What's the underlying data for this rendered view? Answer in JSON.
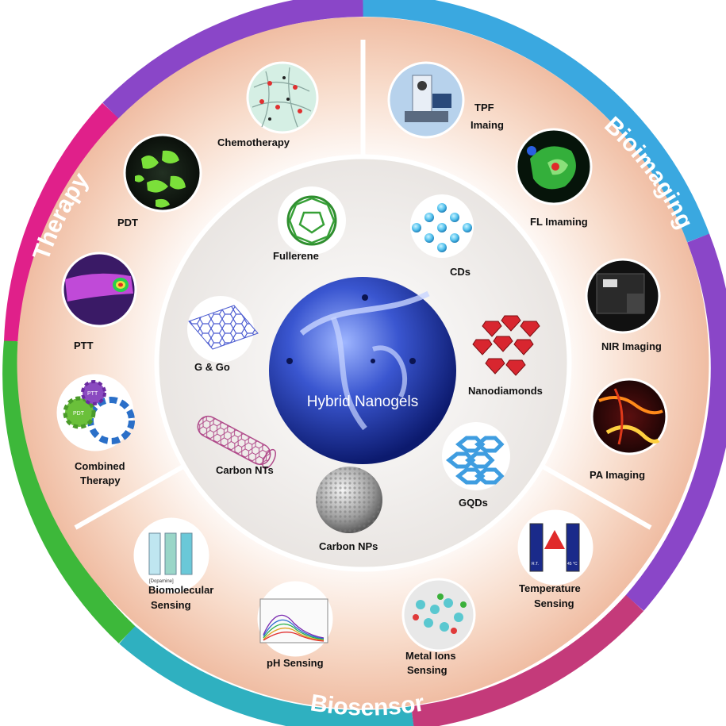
{
  "sections": {
    "therapy": "Therapy",
    "bioimaging": "Bioimaging",
    "biosensor": "Biosensor"
  },
  "center": {
    "title": "Hybrid Nanogels"
  },
  "nanomaterials": {
    "fullerene": "Fullerene",
    "cds": "CDs",
    "nanodiamonds": "Nanodiamonds",
    "gqds": "GQDs",
    "carbon_nps": "Carbon NPs",
    "carbon_nts": "Carbon NTs",
    "g_go": "G & Go"
  },
  "therapy_items": {
    "chemotherapy": "Chemotherapy",
    "pdt": "PDT",
    "ptt": "PTT",
    "combined_line1": "Combined",
    "combined_line2": "Therapy",
    "gear_label_1": "PTT",
    "gear_label_2": "PDT"
  },
  "imaging_items": {
    "tpf_line1": "TPF",
    "tpf_line2": "Imaing",
    "fl": "FL Imaming",
    "nir": "NIR Imaging",
    "pa": "PA Imaging"
  },
  "sensor_items": {
    "temperature_line1": "Temperature",
    "temperature_line2": "Sensing",
    "metal_line1": "Metal Ions",
    "metal_line2": "Sensing",
    "ph": "pH Sensing",
    "biomolecular_line1": "Biomolecular",
    "biomolecular_line2": "Sensing",
    "dopamine_tag": "[Dopamine]",
    "thermo_cold": "R.T.",
    "thermo_hot": "45 °C"
  },
  "colors": {
    "ring_green": "#3db83a",
    "ring_magenta": "#e0208a",
    "ring_blue": "#3aa8e0",
    "ring_purple": "#8a46c8",
    "peach_band": "#f6d3c0",
    "inner_disc": "#efeae6",
    "center_sphere": "#2a46b8"
  }
}
